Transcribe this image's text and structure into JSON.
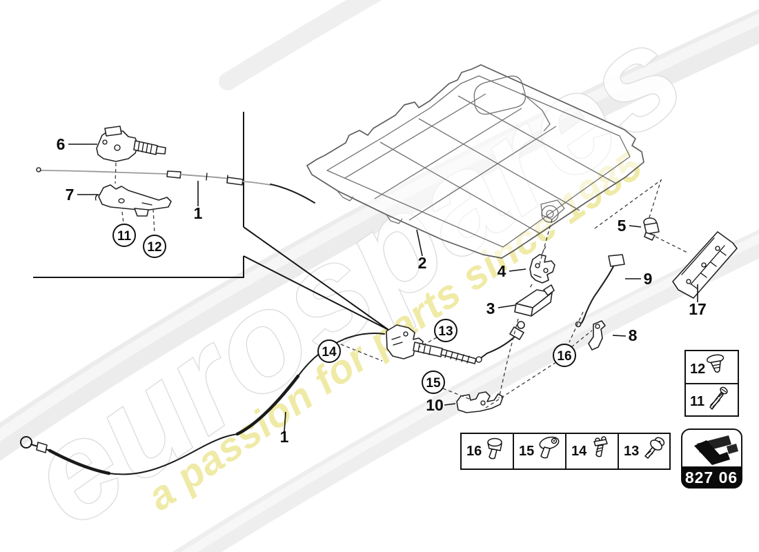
{
  "watermark": {
    "brand": "eurospares",
    "tagline": "a passion for parts since 1985"
  },
  "colors": {
    "watermark_yellow": "#eae388",
    "badge_black": "#0a0a0a",
    "line_dark": "#1a1a1a",
    "lid_gray": "#6f6f6f"
  },
  "labels": {
    "l6": "6",
    "l7": "7",
    "l1_detail": "1",
    "l2": "2",
    "l3": "3",
    "l4": "4",
    "l5": "5",
    "l8": "8",
    "l9": "9",
    "l10": "10",
    "l17": "17",
    "l1_main": "1",
    "c11": "11",
    "c12": "12",
    "c13": "13",
    "c14": "14",
    "c15": "15",
    "c16": "16"
  },
  "legend_side": {
    "items": [
      {
        "number": "12",
        "icon": "push-pin-clip-icon"
      },
      {
        "number": "11",
        "icon": "self-tapping-screw-icon"
      }
    ]
  },
  "legend_bottom": {
    "items": [
      {
        "number": "16",
        "icon": "hex-flange-bolt-icon"
      },
      {
        "number": "15",
        "icon": "oval-head-screw-washer-icon"
      },
      {
        "number": "14",
        "icon": "expanding-rivet-clip-icon"
      },
      {
        "number": "13",
        "icon": "pan-head-screw-washer-icon"
      }
    ]
  },
  "part_code_badge": {
    "icon": "cursor-arrow-icon",
    "code": "827 06"
  }
}
